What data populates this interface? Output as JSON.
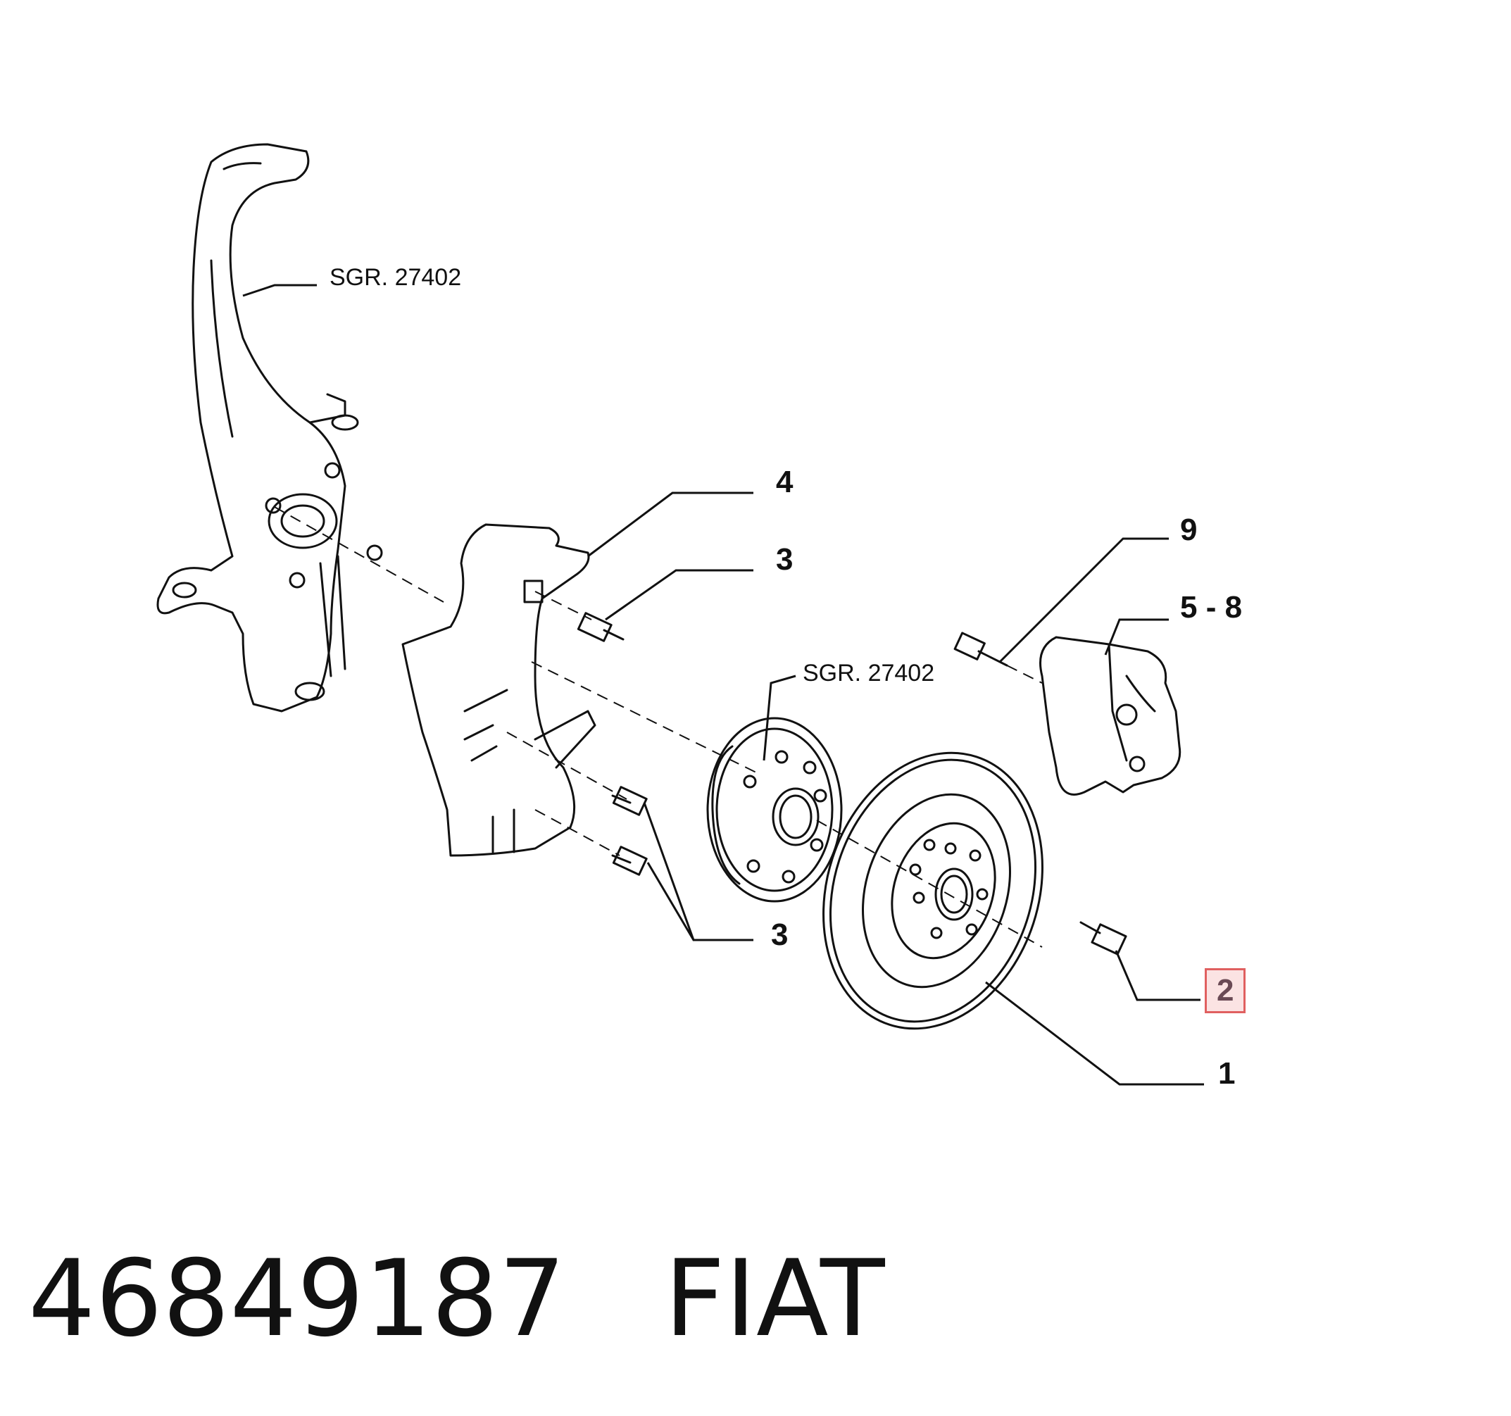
{
  "callouts": {
    "sgr_knuckle": "SGR. 27402",
    "sgr_hub": "SGR. 27402",
    "n4": "4",
    "n3_top": "3",
    "n3_bottom": "3",
    "n9": "9",
    "n5_8": "5 - 8",
    "n2": "2",
    "n1": "1"
  },
  "highlighted_callout": "2",
  "footer": {
    "part_number": "46849187",
    "brand": "FIAT"
  },
  "colors": {
    "line": "#111111",
    "highlight_border": "#e06060",
    "highlight_fill": "#fbe3e3"
  }
}
